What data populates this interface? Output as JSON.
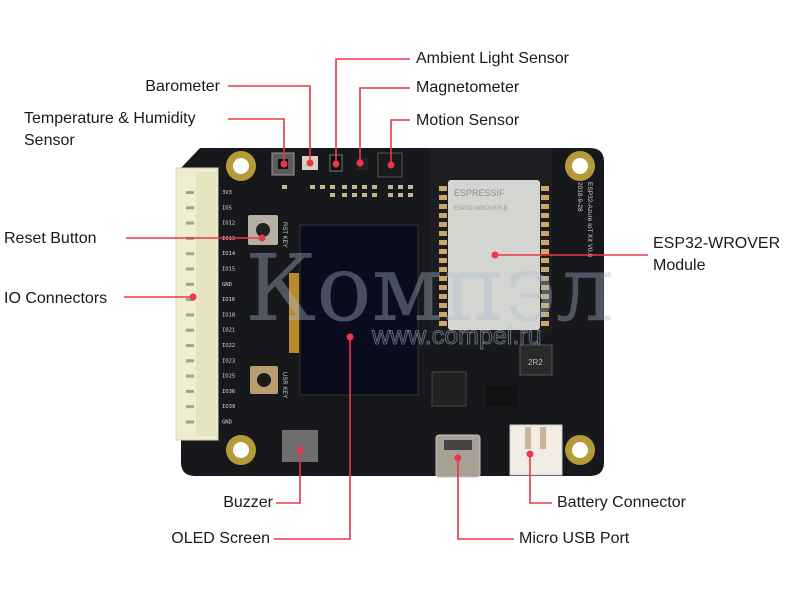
{
  "diagram": {
    "accent_color": "#e8384a",
    "board": {
      "name": "ESP32 Azure IoT Kit",
      "silkscreen_side": "ESP32-Azure IoT Kit V0.8",
      "silkscreen_date": "2018-9-28",
      "io_pin_labels": [
        "3V3",
        "IO5",
        "IO12",
        "IO13",
        "IO14",
        "IO15",
        "GND",
        "IO16",
        "IO18",
        "IO21",
        "IO22",
        "IO23",
        "IO25",
        "IO36",
        "IO39",
        "GND"
      ],
      "module_brand": "ESPRESSIF",
      "module_model": "ESP32-WROVER-B",
      "inductor_marking": "2R2",
      "button_label_1": "RST KEY",
      "button_label_2": "USR KEY"
    },
    "callouts": [
      {
        "id": "barometer",
        "label": "Barometer"
      },
      {
        "id": "temp-humidity",
        "label": "Temperature & Humidity Sensor",
        "lines": [
          "Temperature & Humidity",
          "Sensor"
        ]
      },
      {
        "id": "ambient-light",
        "label": "Ambient Light Sensor"
      },
      {
        "id": "magnetometer",
        "label": "Magnetometer"
      },
      {
        "id": "motion",
        "label": "Motion Sensor"
      },
      {
        "id": "reset-button",
        "label": "Reset Button"
      },
      {
        "id": "io-connectors",
        "label": "IO Connectors"
      },
      {
        "id": "esp32",
        "label": "ESP32-WROVER Module",
        "lines": [
          "ESP32-WROVER",
          "Module"
        ]
      },
      {
        "id": "buzzer",
        "label": "Buzzer"
      },
      {
        "id": "oled",
        "label": "OLED Screen"
      },
      {
        "id": "battery",
        "label": "Battery Connector"
      },
      {
        "id": "usb",
        "label": "Micro USB Port"
      }
    ],
    "watermark": {
      "text": "Компэл",
      "url_text": "www.compel.ru"
    }
  }
}
